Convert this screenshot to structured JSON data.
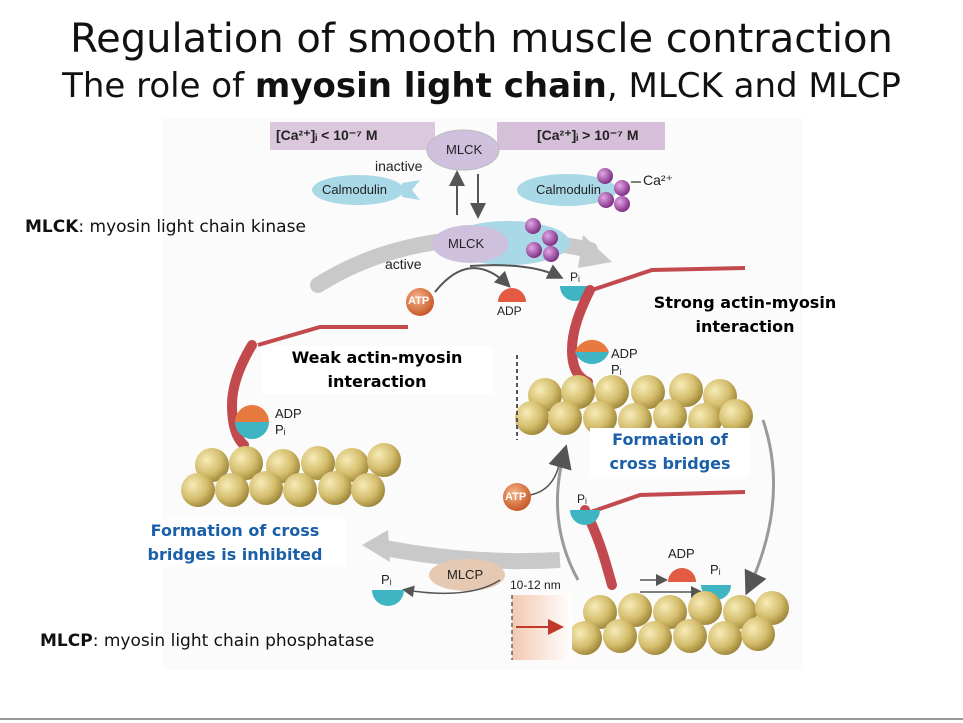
{
  "title": {
    "line1": "Regulation of smooth muscle contraction",
    "line2_pre": "The role of ",
    "line2_bold": "myosin light chain",
    "line2_post": ", MLCK and MLCP"
  },
  "definitions": {
    "mlck_abbr": "MLCK",
    "mlck_text": ": myosin light chain kinase",
    "mlcp_abbr": "MLCP",
    "mlcp_text": ": myosin light chain phosphatase"
  },
  "ca_low": "[Ca²⁺]ᵢ < 10⁻⁷ M",
  "ca_high": "[Ca²⁺]ᵢ > 10⁻⁷ M",
  "molecules": {
    "mlck": "MLCK",
    "mlcp": "MLCP",
    "calmodulin": "Calmodulin",
    "ca": "Ca²⁺",
    "atp": "ATP",
    "adp": "ADP",
    "pi": "Pᵢ"
  },
  "states": {
    "inactive": "inactive",
    "active": "active"
  },
  "labels": {
    "strong_1": "Strong actin-myosin",
    "strong_2": "interaction",
    "weak_1": "Weak actin-myosin",
    "weak_2": "interaction",
    "formation_1": "Formation of",
    "formation_2": "cross bridges",
    "inhibited_1": "Formation of cross",
    "inhibited_2": "bridges is inhibited",
    "distance": "10-12 nm"
  },
  "colors": {
    "ca_bar": "#dcc8dc",
    "mlck": "#cfc0dd",
    "calmodulin": "#a9d8e6",
    "ca_ion": "#9b3c9e",
    "mlcp": "#e6c9b3",
    "actin": "#d4bd6c",
    "myosin": "#c24a4e",
    "atp": "#d86b34",
    "pi": "#3fb5c4",
    "arrow_gray": "#c9c9c9",
    "blue_text": "#1a5fa8"
  }
}
